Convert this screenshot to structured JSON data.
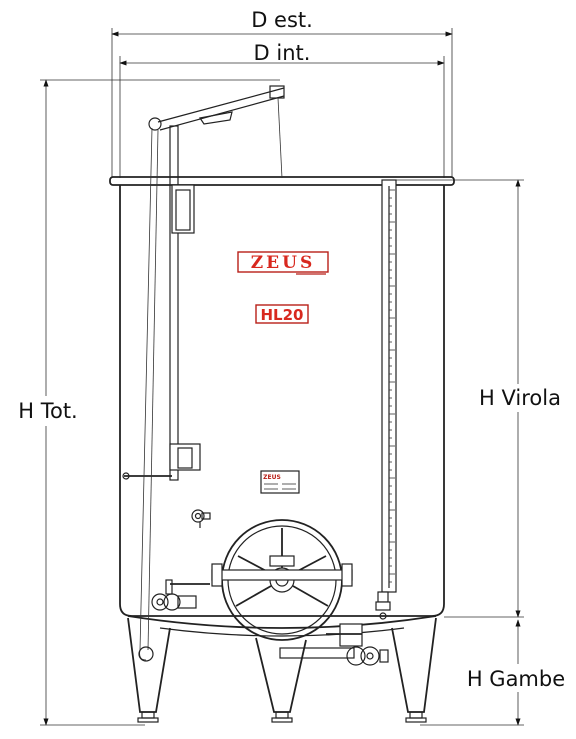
{
  "dimensions": {
    "outer_diameter": "D est.",
    "inner_diameter": "D int.",
    "total_height": "H Tot.",
    "shell_height": "H Virola",
    "legs_height": "H Gambe"
  },
  "tank": {
    "brand_logo": "ZEUS",
    "capacity_label": "HL20",
    "nameplate_logo": "ZEUS"
  },
  "colors": {
    "logo_red": "#d8281e",
    "capacity_red": "#d8281e",
    "line": "#222222"
  }
}
